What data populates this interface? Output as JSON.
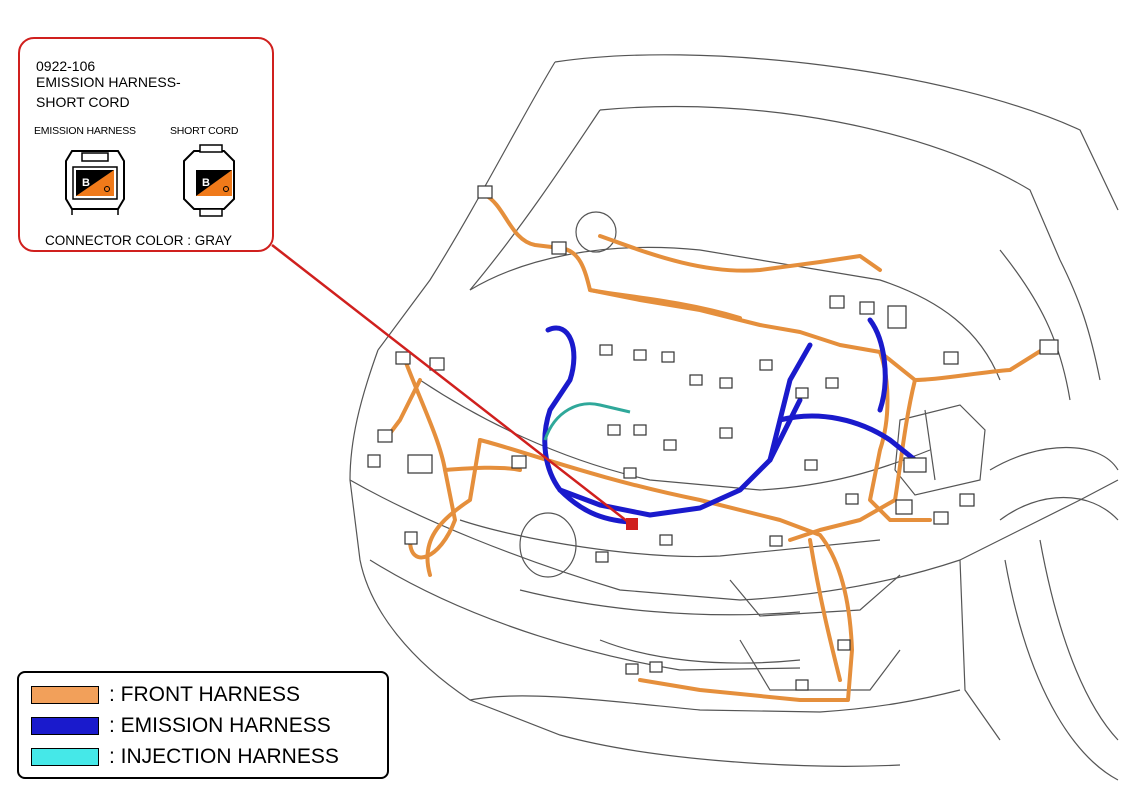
{
  "callout": {
    "part_number": "0922-106",
    "title_line1": "EMISSION HARNESS-",
    "title_line2": "SHORT CORD",
    "left_connector_label": "EMISSION HARNESS",
    "right_connector_label": "SHORT CORD",
    "pin_label_left": "B",
    "pin_label_right": "B",
    "connector_color_note": "CONNECTOR COLOR : GRAY"
  },
  "legend": {
    "items": [
      {
        "label": ": FRONT HARNESS",
        "color": "#f2a05a"
      },
      {
        "label": ": EMISSION HARNESS",
        "color": "#1a1acc"
      },
      {
        "label": ": INJECTION HARNESS",
        "color": "#45e8e8"
      }
    ]
  },
  "colors": {
    "front_harness": "#e58f3c",
    "emission_harness": "#1a1acc",
    "injection_harness": "#2fa89a",
    "callout_border": "#d0201e",
    "leader_line": "#d0201e",
    "connector_fill": "#f07a1a"
  }
}
